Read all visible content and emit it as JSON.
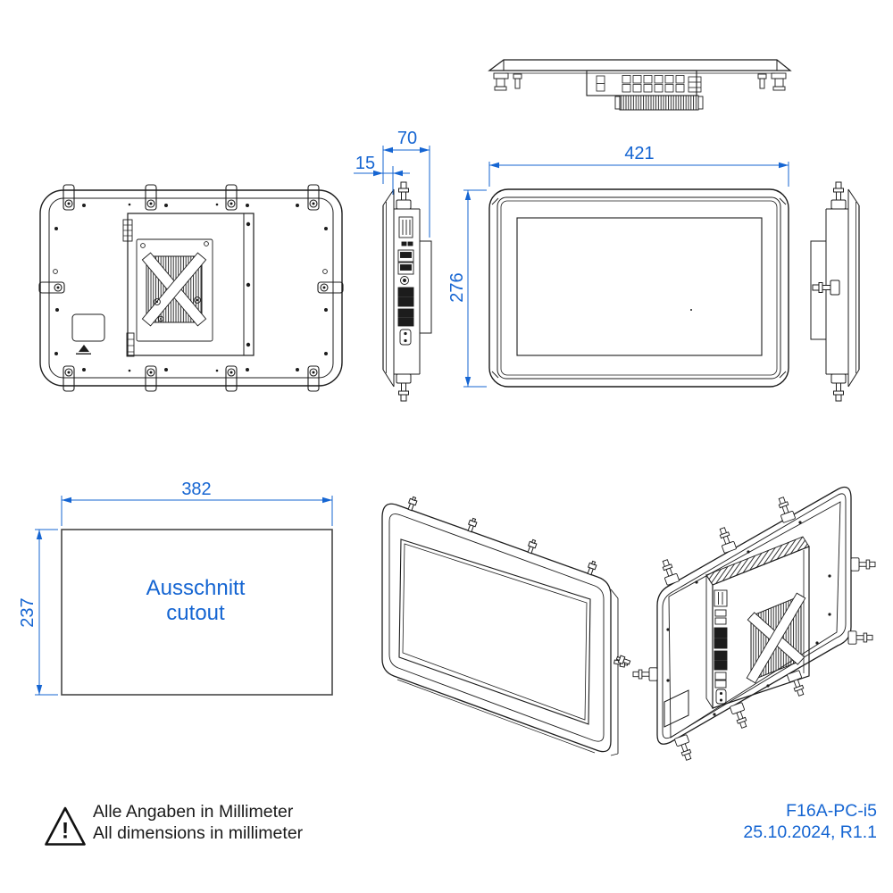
{
  "drawing": {
    "dimensions": {
      "front_width": "421",
      "front_height": "276",
      "total_depth": "70",
      "bezel_depth": "15",
      "cutout_width": "382",
      "cutout_height": "237"
    },
    "cutout_label_de": "Ausschnitt",
    "cutout_label_en": "cutout"
  },
  "footer": {
    "warning_symbol": "!",
    "note_de": "Alle Angaben in Millimeter",
    "note_en": "All dimensions in millimeter",
    "model": "F16A-PC-i5",
    "revision_date": "25.10.2024, R1.1"
  },
  "colors": {
    "dimension_blue": "#1565d2",
    "line_color": "#1c1c1c",
    "cutout_border": "#474747"
  }
}
